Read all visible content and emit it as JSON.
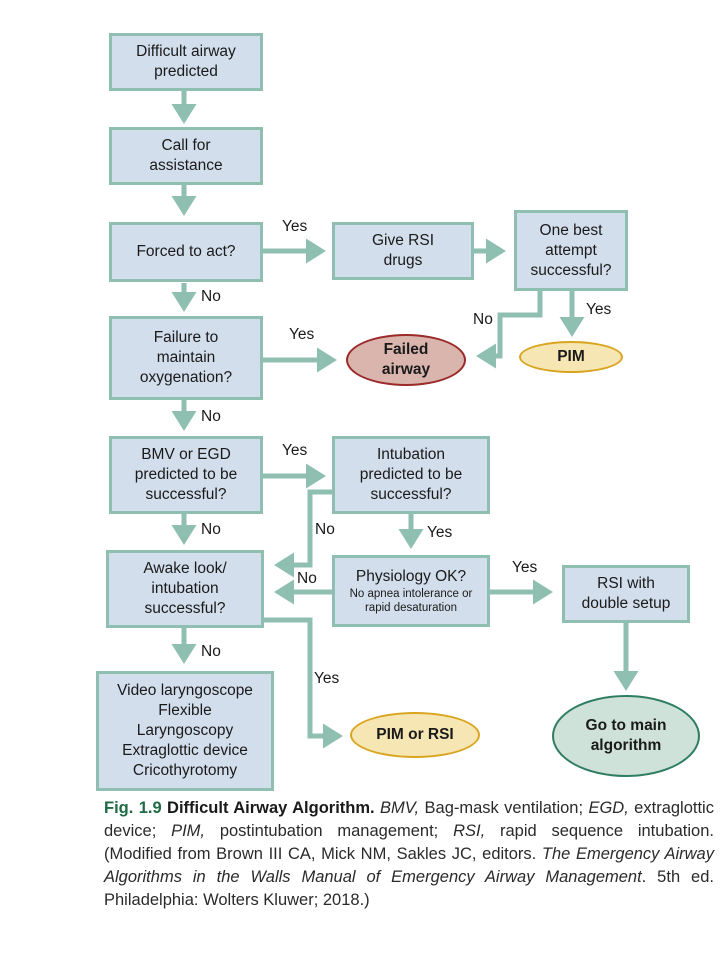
{
  "nodes": {
    "difficult_airway": "Difficult airway predicted",
    "call_assistance": "Call for assistance",
    "forced_to_act": "Forced to act?",
    "give_rsi": "Give RSI drugs",
    "one_best_attempt": "One best attempt successful?",
    "pim": "PIM",
    "failed_airway": "Failed airway",
    "failure_oxygenation": "Failure to maintain oxygenation?",
    "bmv_egd": "BMV or EGD predicted to be successful?",
    "intubation_predicted": "Intubation predicted to be successful?",
    "awake_look": "Awake look/ intubation successful?",
    "physiology_ok": "Physiology OK?",
    "physiology_ok_sub": "No apnea intolerance or rapid desaturation",
    "rsi_double": "RSI with double setup",
    "rescue_options": [
      "Video laryngoscope",
      "Flexible",
      "Laryngoscopy",
      "Extraglottic device",
      "Cricothyrotomy"
    ],
    "pim_or_rsi": "PIM or RSI",
    "go_main": "Go to main algorithm"
  },
  "edge_labels": {
    "yes": "Yes",
    "no": "No"
  },
  "colors": {
    "box_fill": "#d3deec",
    "box_border": "#8fbfb0",
    "arrow": "#8fbfb0",
    "failed_fill": "#d9b5ad",
    "failed_border": "#9b2a2a",
    "pim_fill": "#f6e6b3",
    "pim_border": "#d9a521",
    "main_fill": "#cfe2d9",
    "main_border": "#2e7d61",
    "caption_fig": "#1f6b45"
  },
  "caption": {
    "fig_number": "Fig. 1.9",
    "title": "Difficult Airway Algorithm.",
    "abbr1": "BMV,",
    "def1": " Bag-mask ventilation; ",
    "abbr2": "EGD,",
    "def2": " extraglottic device; ",
    "abbr3": "PIM,",
    "def3": " postintubation management; ",
    "abbr4": "RSI,",
    "def4": " rapid sequence intubation. (Modified from Brown III CA, Mick NM, Sakles JC, editors. ",
    "book": "The Emergency Airway Algorithms in the Walls Manual of Emergency Airway Management",
    "tail": ". 5th ed. Philadelphia: Wolters Kluwer; 2018.)"
  }
}
